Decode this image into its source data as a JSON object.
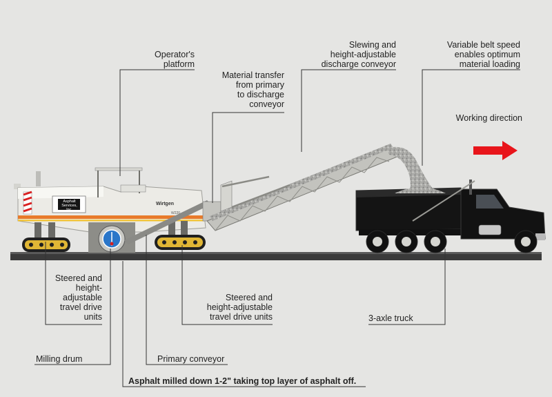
{
  "labels": {
    "operators_platform": [
      "Operator's",
      "platform"
    ],
    "material_transfer": [
      "Material transfer",
      "from primary",
      "to discharge",
      "conveyor"
    ],
    "slewing_conveyor": [
      "Slewing and",
      "height-adjustable",
      "discharge conveyor"
    ],
    "variable_belt": [
      "Variable belt speed",
      "enables optimum",
      "material loading"
    ],
    "working_direction": "Working direction",
    "steered_front": [
      "Steered and",
      "height-",
      "adjustable",
      "travel drive",
      "units"
    ],
    "steered_rear": [
      "Steered and",
      "height-adjustable",
      "travel drive units"
    ],
    "three_axle_truck": "3-axle truck",
    "milling_drum": "Milling drum",
    "primary_conveyor": "Primary conveyor",
    "caption": "Asphalt milled down 1-2\" taking top layer of asphalt off."
  },
  "machine_decal": {
    "brand": "Wirtgen",
    "model": "W220",
    "company": [
      "Asphalt",
      "Services, Inc."
    ]
  },
  "colors": {
    "background": "#e5e5e3",
    "road": "#3a3a3a",
    "machine_body": "#ecebe6",
    "stripe_orange": "#e87a2a",
    "stripe_yellow": "#f2c53a",
    "truck_body": "#141414",
    "arrow": "#e8151b",
    "leader_line": "#333333"
  }
}
